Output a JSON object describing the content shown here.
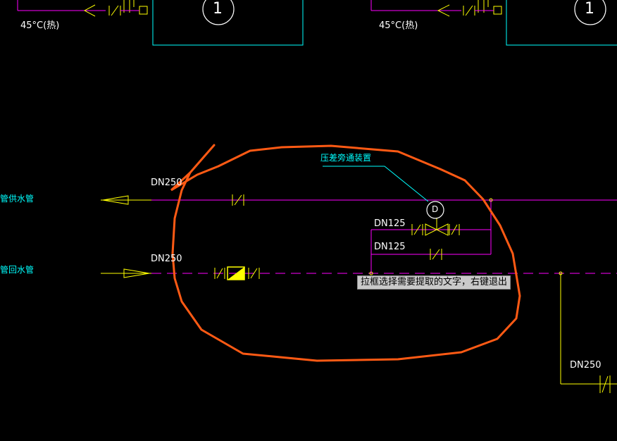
{
  "colors": {
    "background": "#000000",
    "magenta": "#ff00ff",
    "cyan": "#00ffff",
    "yellow": "#ffff00",
    "white": "#ffffff",
    "selection": "#ff5a14"
  },
  "labels": {
    "temp_left": "45°C(热)",
    "temp_right": "45°C(热)",
    "unit_num_left": "1",
    "unit_num_right": "1",
    "supply_pipe": "主管供水管",
    "return_pipe": "主管回水管",
    "dn_supply": "DN250",
    "dn_return": "DN250",
    "dn_branch_1": "DN125",
    "dn_branch_2": "DN125",
    "dn_bottom_right": "DN250",
    "diff_pressure_device": "压差旁通装置",
    "device_symbol": "D"
  },
  "tooltip": {
    "text": "拉框选择需要提取的文字，右键退出"
  }
}
